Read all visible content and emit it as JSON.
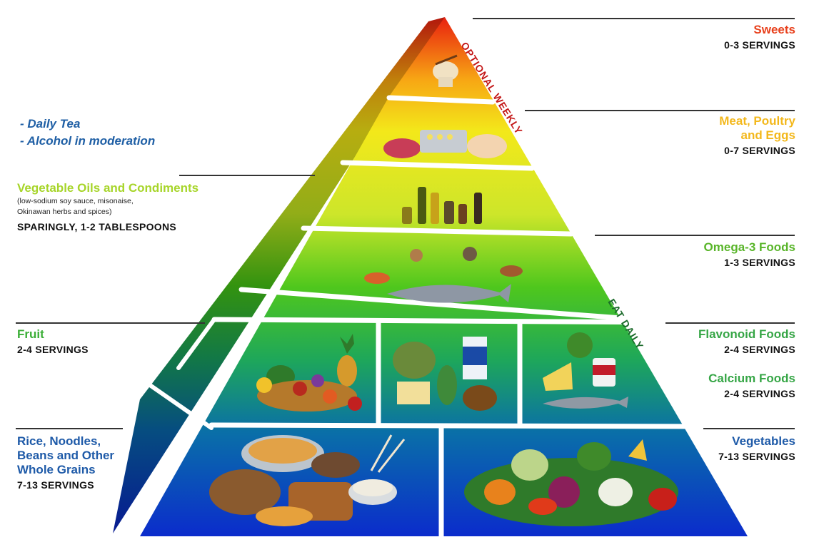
{
  "colors": {
    "sweets": "#e8401c",
    "meat": "#f3b81c",
    "oils": "#a7d52a",
    "omega": "#59b52a",
    "fruit": "#3aae36",
    "flavonoid": "#36a646",
    "calcium": "#36a646",
    "grains": "#1e5aa8",
    "vegetables": "#1e5aa8",
    "tea": "#1f5fa5"
  },
  "left_notes": {
    "tea": "- Daily Tea",
    "alcohol": "- Alcohol in moderation"
  },
  "side_labels": {
    "weekly": "OPTIONAL WEEKLY",
    "daily": "EAT DAILY"
  },
  "groups": {
    "sweets": {
      "title": "Sweets",
      "servings": "0-3 SERVINGS"
    },
    "meat": {
      "title_line1": "Meat, Poultry",
      "title_line2": "and Eggs",
      "servings": "0-7 SERVINGS"
    },
    "oils": {
      "title": "Vegetable Oils and Condiments",
      "note_line1": "(low-sodium soy sauce, misonaise,",
      "note_line2": "Okinawan herbs and spices)",
      "servings": "SPARINGLY, 1-2 TABLESPOONS"
    },
    "omega": {
      "title": "Omega-3 Foods",
      "servings": "1-3 SERVINGS"
    },
    "fruit": {
      "title": "Fruit",
      "servings": "2-4 SERVINGS"
    },
    "flavonoid": {
      "title": "Flavonoid Foods",
      "servings": "2-4 SERVINGS"
    },
    "calcium": {
      "title": "Calcium Foods",
      "servings": "2-4 SERVINGS"
    },
    "grains": {
      "title_line1": "Rice, Noodles,",
      "title_line2": "Beans and Other",
      "title_line3": "Whole Grains",
      "servings": "7-13 SERVINGS"
    },
    "vegetables": {
      "title": "Vegetables",
      "servings": "7-13 SERVINGS"
    }
  }
}
